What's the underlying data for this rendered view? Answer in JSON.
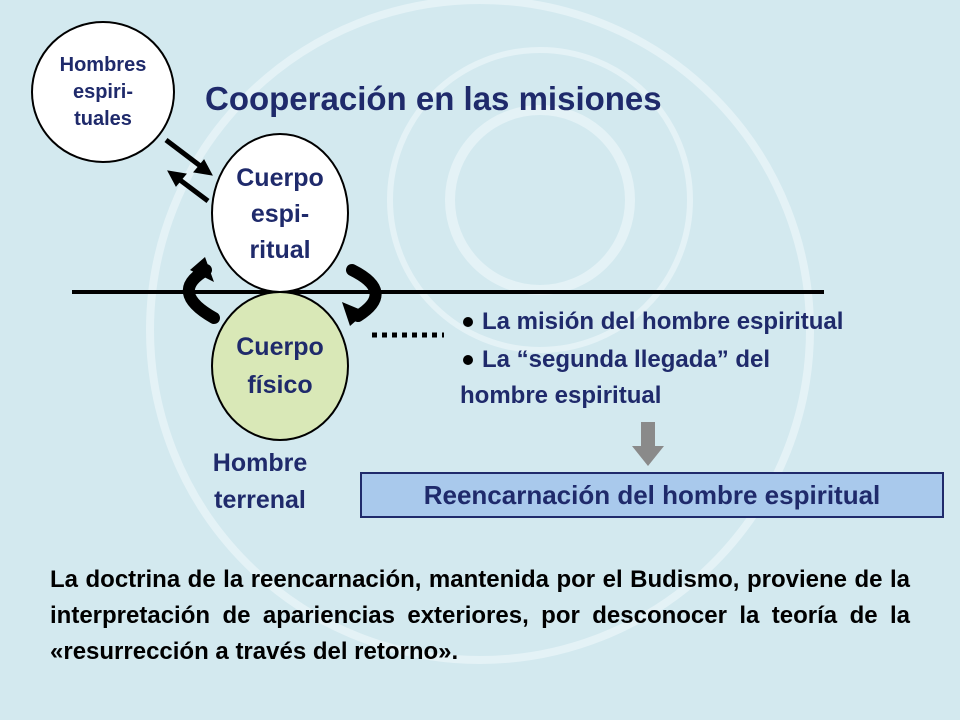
{
  "title": "Cooperación en las misiones",
  "nodes": {
    "spiritual_men": "Hombres\nespiri-\ntuales",
    "spiritual_body": "Cuerpo\nespi-\nritual",
    "physical_body": "Cuerpo\nfísico",
    "earthly_man": "Hombre\nterrenal"
  },
  "missions": {
    "line1": "La misión del hombre espiritual",
    "line2": "La “segunda llegada” del",
    "line3": "hombre espiritual"
  },
  "reincarnation_box": "Reencarnación del hombre espiritual",
  "doctrine_text": "La doctrina de la reencarnación, mantenida por el Budismo, proviene de la interpretación de apariencias exteriores, por desconocer la teoría de la «resurrección a través del retorno».",
  "colors": {
    "background": "#d3e9ef",
    "title_text": "#1f2a6b",
    "physical_body_fill": "#d9e8b7",
    "box_fill": "#a9c9ec",
    "arrow_gray": "#8a8a8a"
  }
}
